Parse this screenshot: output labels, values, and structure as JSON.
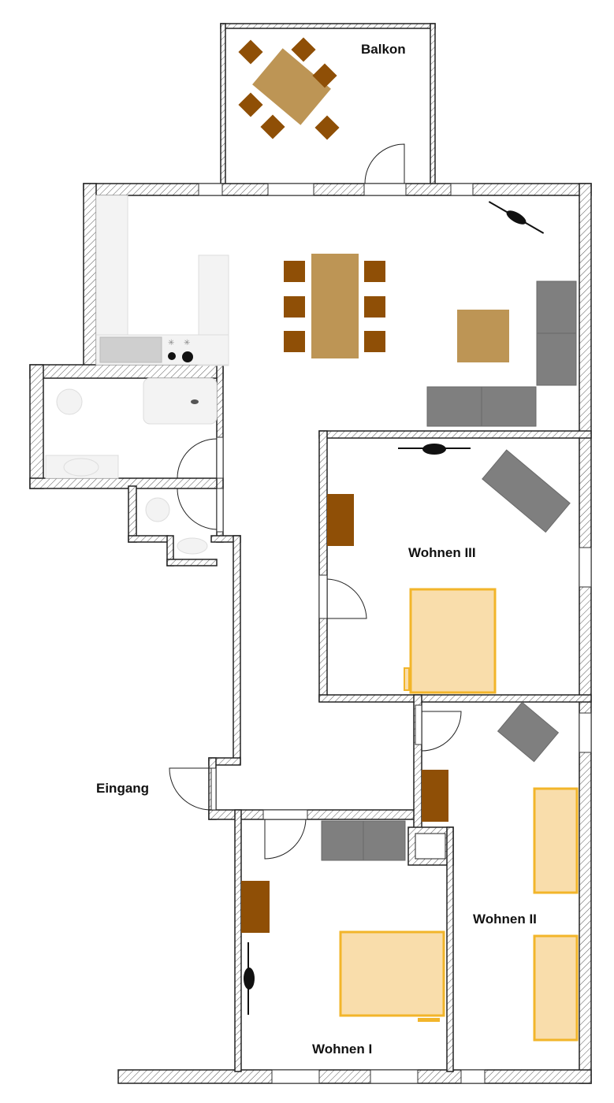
{
  "rooms": {
    "balkon": "Balkon",
    "wohnen3": "Wohnen III",
    "eingang": "Eingang",
    "wohnen2": "Wohnen II",
    "wohnen1": "Wohnen I"
  },
  "colors": {
    "chair": "#8f4f06",
    "table": "#bd9555",
    "sofa": "#7f7f7f",
    "bed_fill": "#f9ddab",
    "bed_frame": "#f2b52a"
  }
}
